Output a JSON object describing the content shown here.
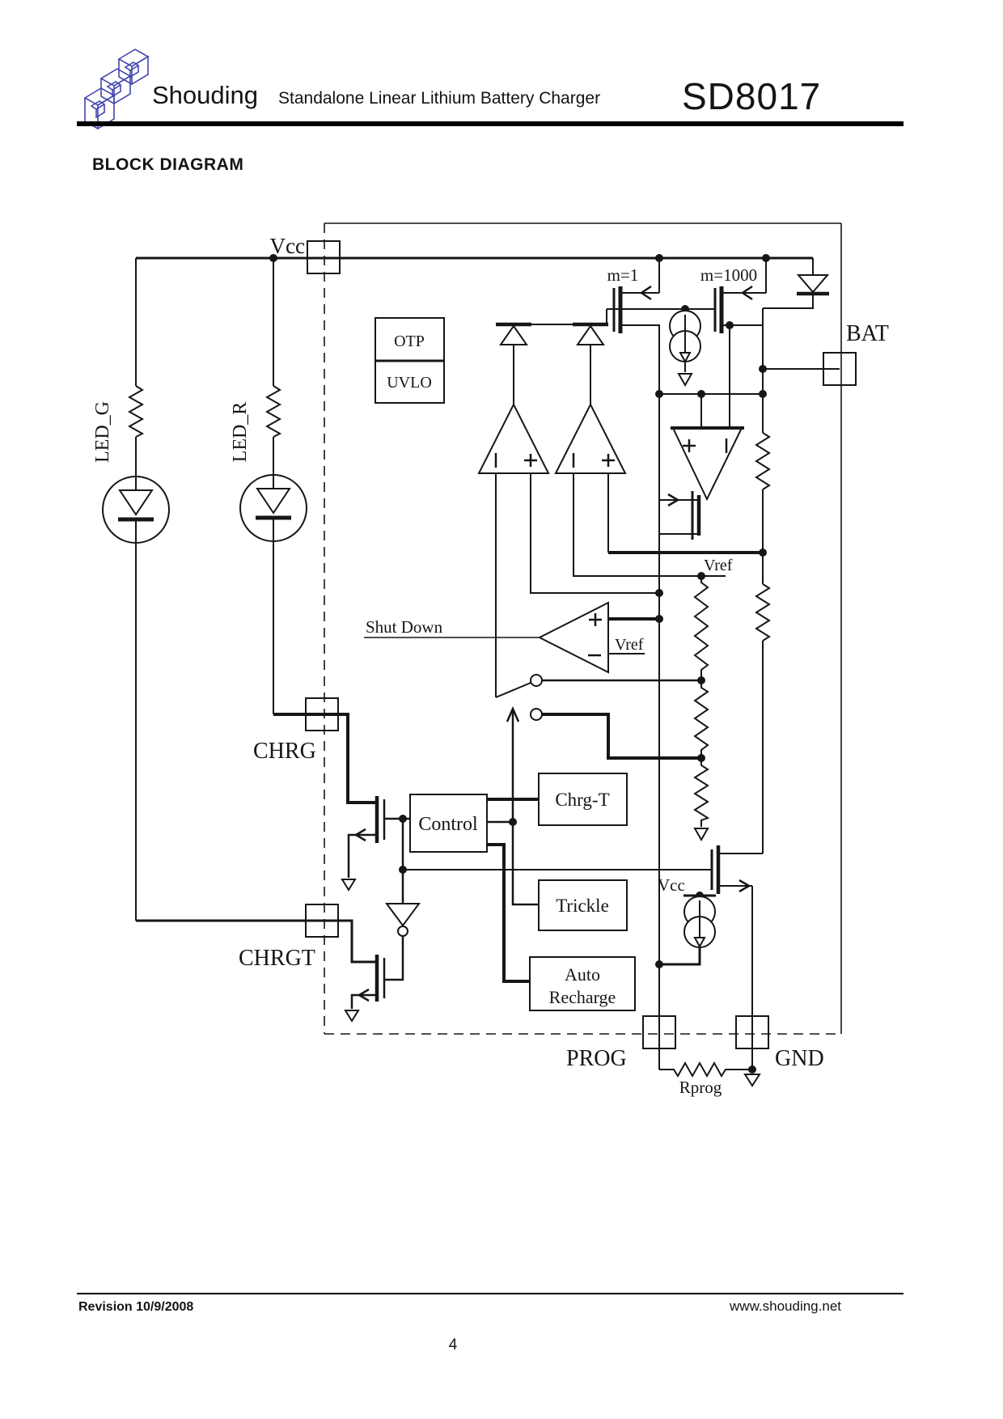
{
  "header": {
    "brand": "Shouding",
    "title": "Standalone Linear Lithium Battery Charger",
    "part_number": "SD8017"
  },
  "section_title": "BLOCK DIAGRAM",
  "diagram": {
    "pins": {
      "vcc": "Vcc",
      "bat": "BAT",
      "chrg": "CHRG",
      "chrgt": "CHRGT",
      "prog": "PROG",
      "gnd": "GND"
    },
    "mosfets": {
      "m1": "m=1",
      "m1000": "m=1000"
    },
    "blocks": {
      "otp": "OTP",
      "uvlo": "UVLO",
      "control": "Control",
      "chrg_t": "Chrg-T",
      "trickle": "Trickle",
      "auto_recharge_1": "Auto",
      "auto_recharge_2": "Recharge"
    },
    "nets": {
      "led_g": "LED_G",
      "led_r": "LED_R",
      "vref_divider": "Vref",
      "vref_comparator": "Vref",
      "shut_down": "Shut Down",
      "vcc_current_source": "Vcc",
      "rprog": "Rprog"
    }
  },
  "footer": {
    "revision": "Revision 10/9/2008",
    "website": "www.shouding.net",
    "page_number": "4"
  },
  "colors": {
    "logo_blue": "#4245b0",
    "ink": "#161616"
  }
}
